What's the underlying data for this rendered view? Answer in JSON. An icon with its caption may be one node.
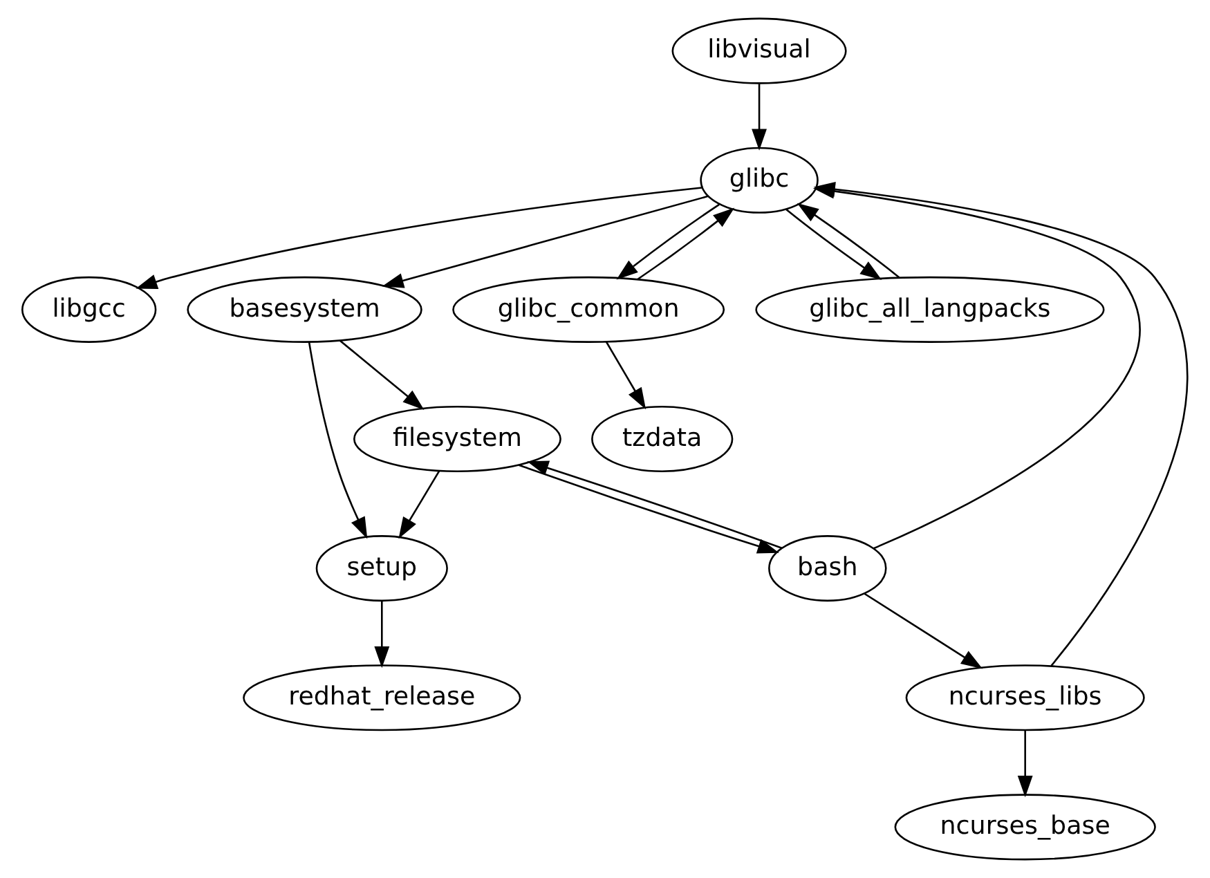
{
  "diagram": {
    "nodes": [
      {
        "text": [
          "libvisual"
        ]
      },
      {
        "text": [
          "glibc"
        ]
      },
      {
        "text": [
          "libgcc"
        ]
      },
      {
        "text": [
          "basesystem"
        ]
      },
      {
        "text": [
          "glibc_common"
        ]
      },
      {
        "text": [
          "glibc_all_langpacks"
        ]
      },
      {
        "text": [
          "filesystem"
        ]
      },
      {
        "text": [
          "tzdata"
        ]
      },
      {
        "text": [
          "setup"
        ]
      },
      {
        "text": [
          "bash"
        ]
      },
      {
        "text": [
          "redhat_release"
        ]
      },
      {
        "text": [
          "ncurses_libs"
        ]
      },
      {
        "text": [
          "ncurses_base"
        ]
      }
    ],
    "edges": [
      {
        "from": 0,
        "to": 1,
        "arrow": "to"
      },
      {
        "from": 1,
        "to": 2,
        "arrow": "to"
      },
      {
        "from": 1,
        "to": 3,
        "arrow": "to"
      },
      {
        "from": 1,
        "to": 4,
        "arrow": "to"
      },
      {
        "from": 1,
        "to": 5,
        "arrow": "to"
      },
      {
        "from": 3,
        "to": 6,
        "arrow": "to"
      },
      {
        "from": 3,
        "to": 8,
        "arrow": "to"
      },
      {
        "from": 4,
        "to": 1,
        "arrow": "to"
      },
      {
        "from": 4,
        "to": 7,
        "arrow": "to"
      },
      {
        "from": 5,
        "to": 1,
        "arrow": "to"
      },
      {
        "from": 6,
        "to": 8,
        "arrow": "to"
      },
      {
        "from": 6,
        "to": 9,
        "arrow": "to"
      },
      {
        "from": 8,
        "to": 10,
        "arrow": "to"
      },
      {
        "from": 9,
        "to": 1,
        "arrow": "to"
      },
      {
        "from": 9,
        "to": 6,
        "arrow": "to"
      },
      {
        "from": 9,
        "to": 11,
        "arrow": "to"
      },
      {
        "from": 11,
        "to": 1,
        "arrow": "to"
      },
      {
        "from": 11,
        "to": 12,
        "arrow": "to"
      }
    ]
  }
}
